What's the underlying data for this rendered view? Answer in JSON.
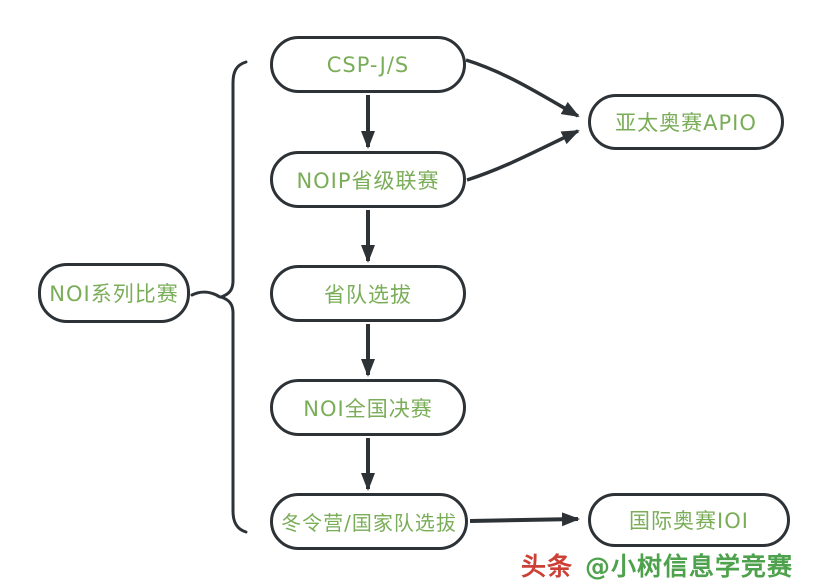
{
  "diagram": {
    "root": {
      "label": "NOI系列比赛"
    },
    "stages": [
      {
        "id": "csp",
        "label": "CSP-J/S"
      },
      {
        "id": "noip",
        "label": "NOIP省级联赛"
      },
      {
        "id": "prov",
        "label": "省队选拔"
      },
      {
        "id": "noi",
        "label": "NOI全国决赛"
      },
      {
        "id": "winter",
        "label": "冬令营/国家队选拔"
      }
    ],
    "side_nodes": [
      {
        "id": "apio",
        "label": "亚太奥赛APIO"
      },
      {
        "id": "ioi",
        "label": "国际奥赛IOI"
      }
    ],
    "edges": [
      {
        "from": "CSP-J/S",
        "to": "NOIP省级联赛",
        "style": "straight-down"
      },
      {
        "from": "NOIP省级联赛",
        "to": "省队选拔",
        "style": "straight-down"
      },
      {
        "from": "省队选拔",
        "to": "NOI全国决赛",
        "style": "straight-down"
      },
      {
        "from": "NOI全国决赛",
        "to": "冬令营/国家队选拔",
        "style": "straight-down"
      },
      {
        "from": "CSP-J/S",
        "to": "亚太奥赛APIO",
        "style": "curved-right"
      },
      {
        "from": "NOIP省级联赛",
        "to": "亚太奥赛APIO",
        "style": "curved-right"
      },
      {
        "from": "冬令营/国家队选拔",
        "to": "国际奥赛IOI",
        "style": "straight-right"
      }
    ],
    "grouping": {
      "type": "curly-brace",
      "from": "NOI系列比赛",
      "members": [
        "CSP-J/S",
        "NOIP省级联赛",
        "省队选拔",
        "NOI全国决赛",
        "冬令营/国家队选拔"
      ]
    },
    "colors": {
      "background": "#ffffff",
      "node_fill": "#ffffff",
      "node_border": "#2d3237",
      "node_text": "#7aad58",
      "arrow": "#2d3237"
    }
  },
  "watermark": {
    "platform": "头条",
    "account": "@小树信息学竞赛",
    "platform_color": "#cc4036",
    "account_color": "#4fa24d"
  }
}
